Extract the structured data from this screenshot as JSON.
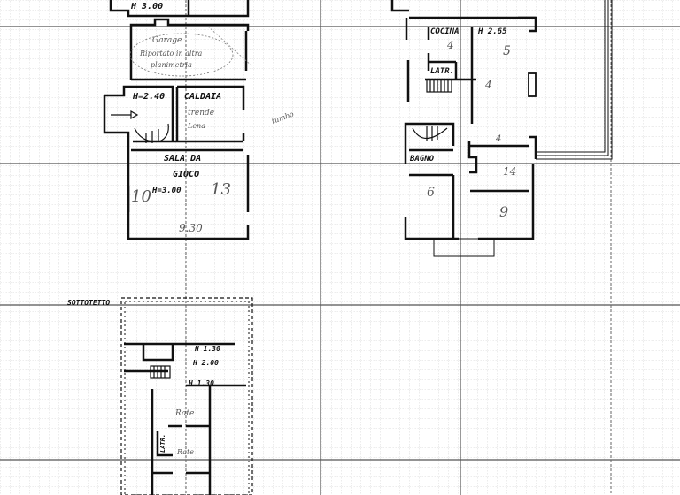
{
  "document": {
    "type": "scanned architectural floor plan on graph paper",
    "colors": {
      "paper": "#ffffff",
      "ink": "#111111",
      "grid_minor": "#c8c8c8",
      "grid_major": "#555555",
      "pencil": "#666666"
    }
  },
  "plan_left": {
    "top_room": {
      "height_label": "H 3.00"
    },
    "garage": {
      "title": "Garage",
      "note_line1": "Riportato in altra",
      "note_line2": "planimetria"
    },
    "stair_room": {
      "height_label": "H=2.40"
    },
    "caldaia": {
      "title": "CALDAIA",
      "pencil_note1": "trende",
      "pencil_note2": "Lena"
    },
    "side_note": "tumbo",
    "sala": {
      "title_line1": "SALA DA",
      "title_line2": "GIOCO",
      "height_label": "H=3.00",
      "pencil_mark1": "10",
      "pencil_mark2": "13",
      "pencil_mark3": "9.30"
    }
  },
  "plan_right": {
    "cucina": {
      "title": "COCINA",
      "height_label": "H 2.65",
      "pencil_mark": "4",
      "pencil_mark2": "5"
    },
    "latrina": {
      "title": "LATR."
    },
    "pencil_mark_center": "4",
    "bagno": {
      "title": "BAGNO"
    },
    "pencil_mark_top": "4",
    "room_a": {
      "pencil_mark": "14"
    },
    "room_b": {
      "pencil_mark": "6"
    },
    "room_c": {
      "pencil_mark": "9"
    }
  },
  "plan_attic": {
    "title": "SOTTOTETTO",
    "h1": "H 1.30",
    "h2": "H 2.00",
    "h3": "H 1.30",
    "latrina": "LATR.",
    "pencil_note1": "Rate",
    "pencil_note2": "Rate"
  }
}
